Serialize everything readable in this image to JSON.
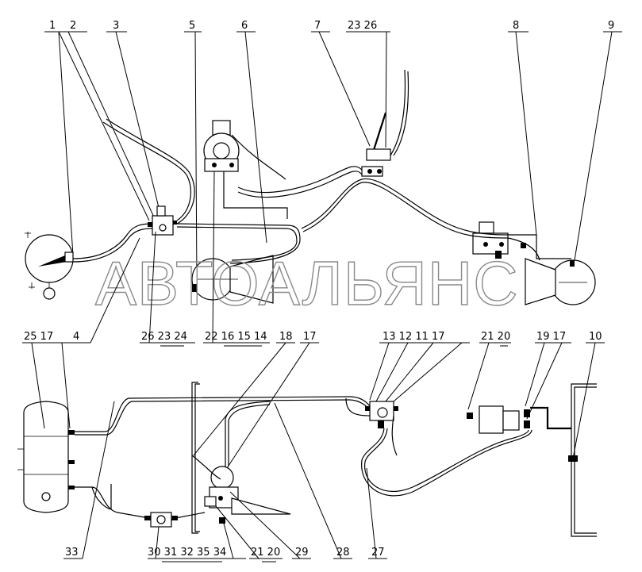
{
  "watermark": "АВТОАЛЬЯНС",
  "callouts_top": [
    "1",
    "2",
    "3",
    "5",
    "6",
    "7",
    "23 26",
    "8",
    "9"
  ],
  "callouts_upper_bottom": [
    "4",
    "26 23 24",
    "22 16 15 14",
    "18",
    "17"
  ],
  "callouts_lower_top": [
    "25 17",
    "13 12 11 17",
    "21 20",
    "19 17",
    "10"
  ],
  "callouts_lower_bottom": [
    "33",
    "30 31 32 35 34",
    "21 20",
    "29",
    "28",
    "27"
  ]
}
